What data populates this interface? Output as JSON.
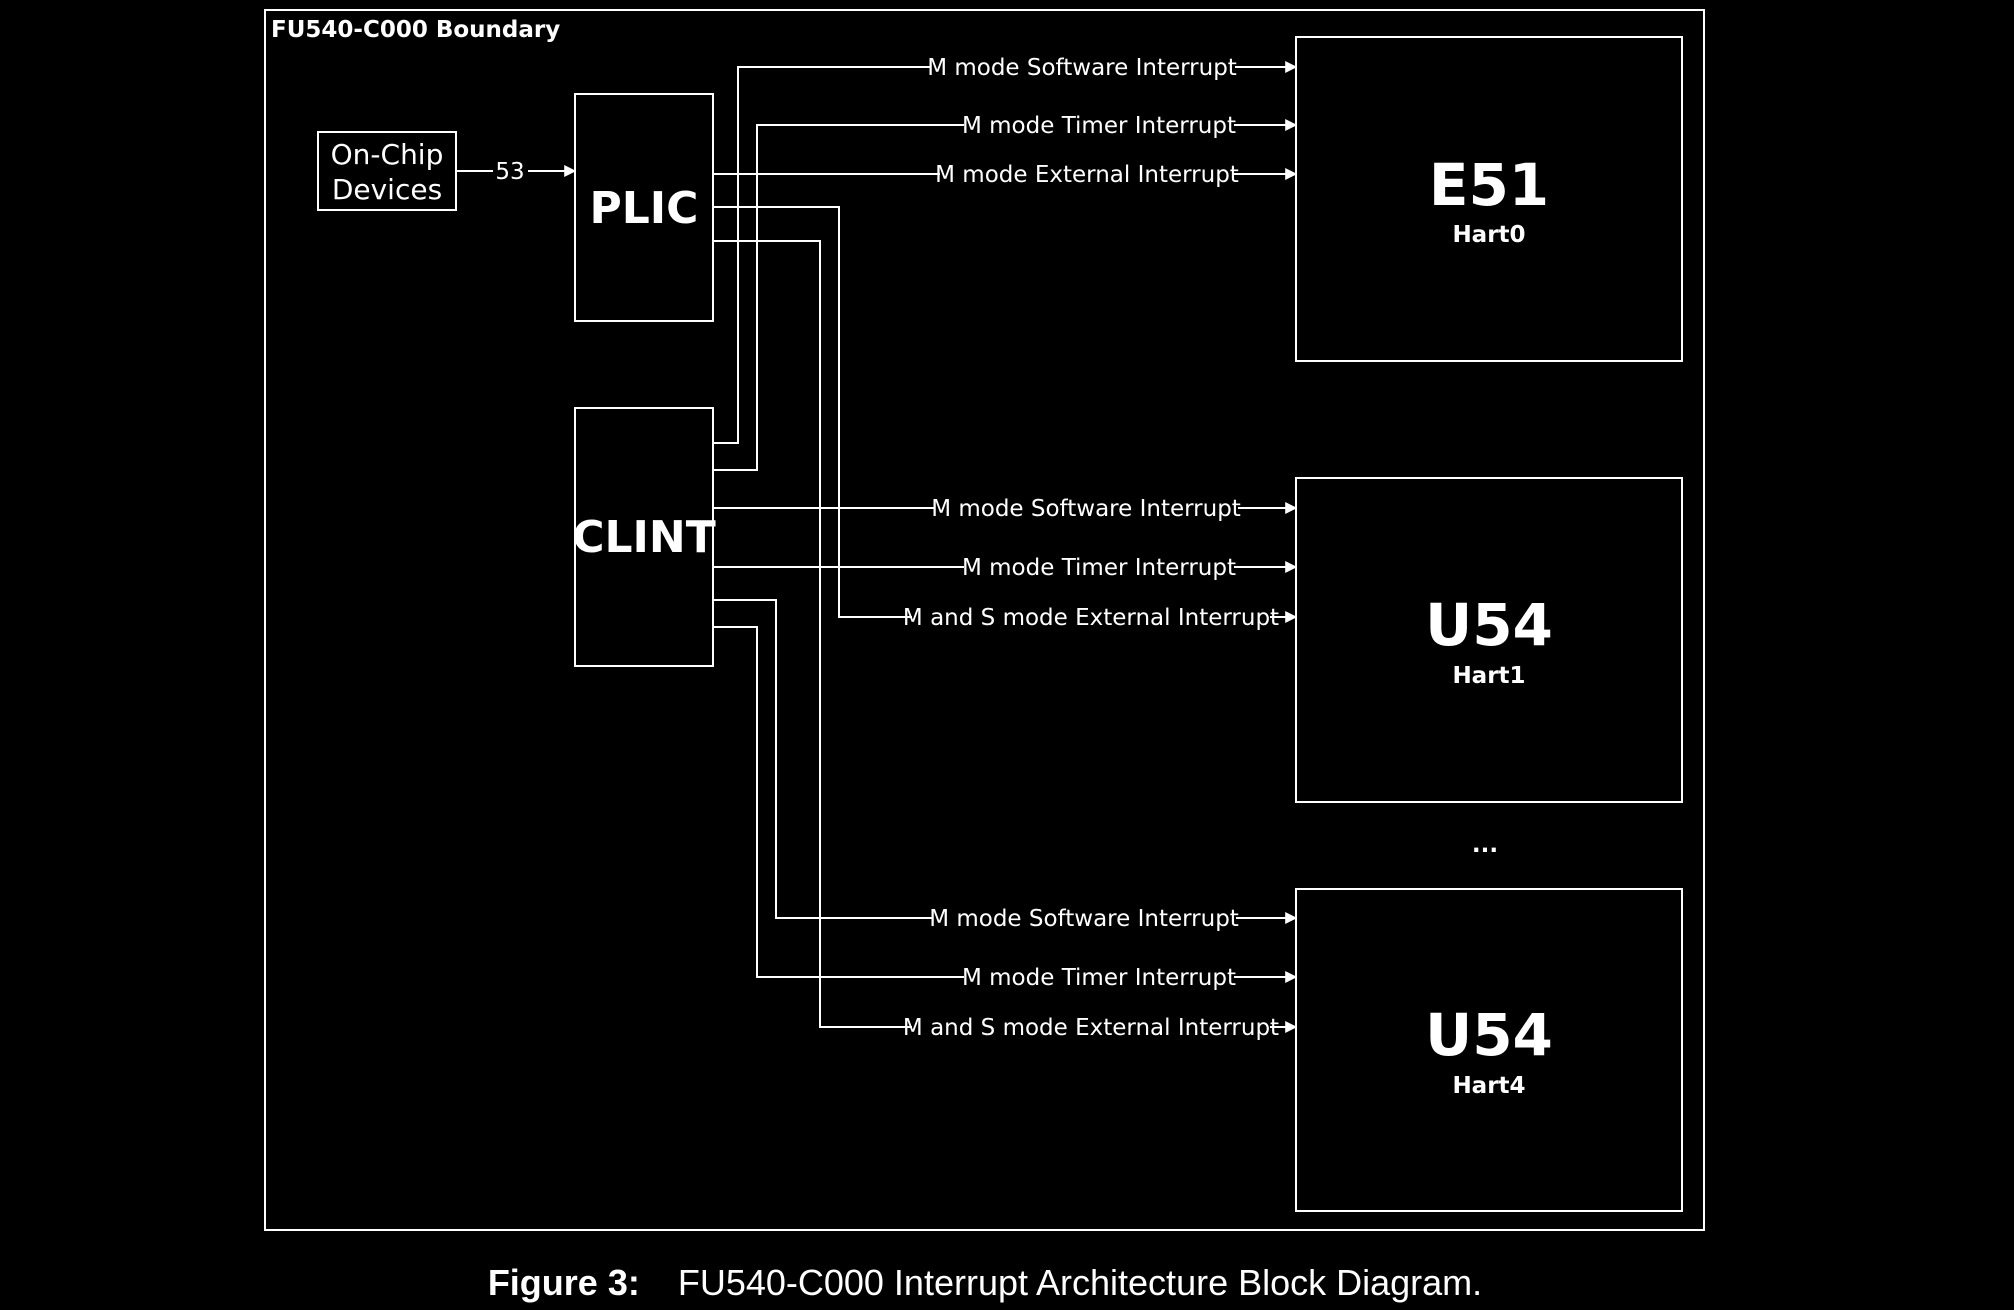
{
  "boundary": {
    "title": "FU540-C000 Boundary"
  },
  "source": {
    "line1": "On-Chip",
    "line2": "Devices",
    "bus_width": "53"
  },
  "controllers": {
    "plic": "PLIC",
    "clint": "CLINT"
  },
  "cores": [
    {
      "name": "E51",
      "hart": "Hart0",
      "signals": [
        "M mode Software Interrupt",
        "M mode Timer Interrupt",
        "M mode External Interrupt"
      ]
    },
    {
      "name": "U54",
      "hart": "Hart1",
      "signals": [
        "M mode Software Interrupt",
        "M mode Timer Interrupt",
        "M and S mode External Interrupt"
      ]
    },
    {
      "name": "U54",
      "hart": "Hart4",
      "signals": [
        "M mode Software Interrupt",
        "M mode Timer Interrupt",
        "M and S mode External Interrupt"
      ]
    }
  ],
  "ellipsis": "...",
  "caption": {
    "label": "Figure 3:",
    "text": "FU540-C000 Interrupt Architecture Block Diagram."
  }
}
